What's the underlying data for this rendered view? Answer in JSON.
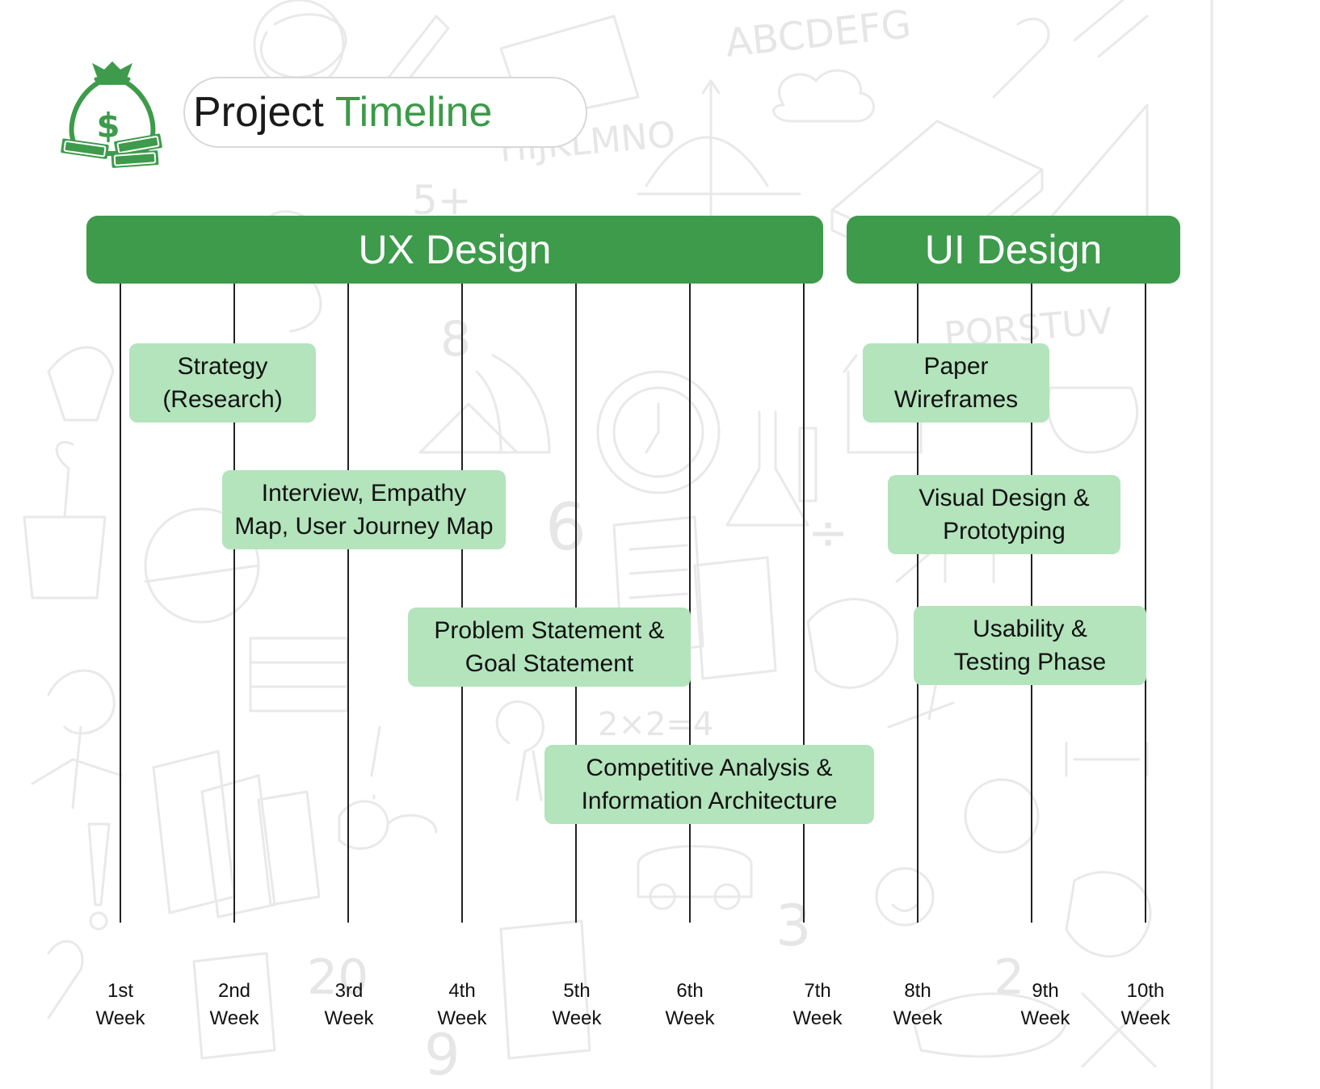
{
  "title": {
    "part1": "Project",
    "part2": "Timeline",
    "accent_color": "#3b9a49"
  },
  "logo": {
    "icon": "money-bag-icon",
    "symbol": "$"
  },
  "phases": {
    "ux": {
      "label": "UX Design",
      "color": "#3d9b4b"
    },
    "ui": {
      "label": "UI Design",
      "color": "#3d9b4b"
    }
  },
  "tasks": {
    "strategy": {
      "line1": "Strategy",
      "line2": "(Research)"
    },
    "interview": {
      "line1": "Interview, Empathy",
      "line2": "Map, User Journey Map"
    },
    "problem": {
      "line1": "Problem Statement &",
      "line2": "Goal Statement"
    },
    "competitive": {
      "line1": "Competitive Analysis &",
      "line2": "Information Architecture"
    },
    "paper": {
      "line1": "Paper",
      "line2": "Wireframes"
    },
    "visual": {
      "line1": "Visual Design &",
      "line2": "Prototyping"
    },
    "usability": {
      "line1": "Usability &",
      "line2": "Testing Phase"
    }
  },
  "task_color": "#b3e4bc",
  "weeks": [
    {
      "ordinal": "1st",
      "unit": "Week"
    },
    {
      "ordinal": "2nd",
      "unit": "Week"
    },
    {
      "ordinal": "3rd",
      "unit": "Week"
    },
    {
      "ordinal": "4th",
      "unit": "Week"
    },
    {
      "ordinal": "5th",
      "unit": "Week"
    },
    {
      "ordinal": "6th",
      "unit": "Week"
    },
    {
      "ordinal": "7th",
      "unit": "Week"
    },
    {
      "ordinal": "8th",
      "unit": "Week"
    },
    {
      "ordinal": "9th",
      "unit": "Week"
    },
    {
      "ordinal": "10th",
      "unit": "Week"
    }
  ]
}
